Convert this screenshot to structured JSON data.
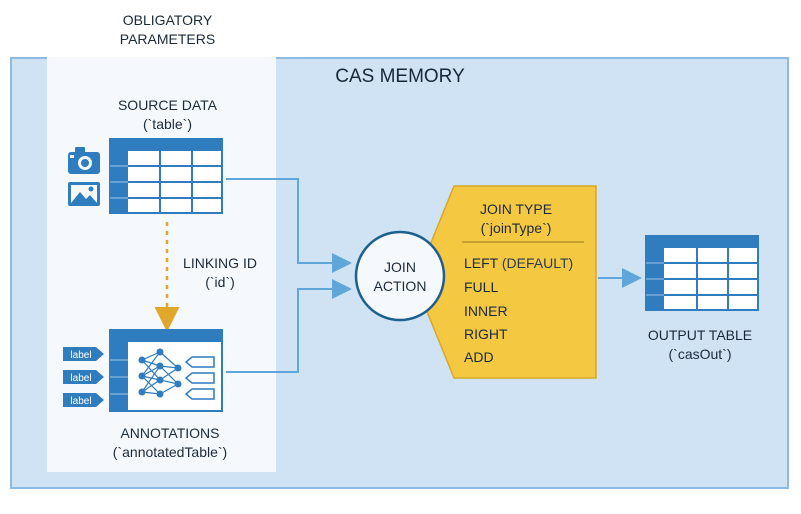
{
  "labels": {
    "obligatory_line1": "OBLIGATORY",
    "obligatory_line2": "PARAMETERS",
    "cas_memory": "CAS MEMORY",
    "source_line1": "SOURCE DATA",
    "source_line2": "(`table`)",
    "linking_line1": "LINKING ID",
    "linking_line2": "(`id`)",
    "annotations_line1": "ANNOTATIONS",
    "annotations_line2": "(`annotatedTable`)",
    "join_line1": "JOIN",
    "join_line2": "ACTION",
    "join_type_line1": "JOIN TYPE",
    "join_type_line2": "(`joinType`)",
    "output_line1": "OUTPUT TABLE",
    "output_line2": "(`casOut`)",
    "tag_label": "label"
  },
  "join_types": [
    {
      "name": "LEFT",
      "note": "(DEFAULT)"
    },
    {
      "name": "FULL",
      "note": ""
    },
    {
      "name": "INNER",
      "note": ""
    },
    {
      "name": "RIGHT",
      "note": ""
    },
    {
      "name": "ADD",
      "note": ""
    }
  ],
  "colors": {
    "cas_background": "#cfe3f5",
    "panel": "#f5f9fd",
    "table_blue": "#2f7cbf",
    "arrow_blue": "#5fa6db",
    "join_yellow": "#f5c842",
    "linking_arrow": "#e0a82a"
  }
}
